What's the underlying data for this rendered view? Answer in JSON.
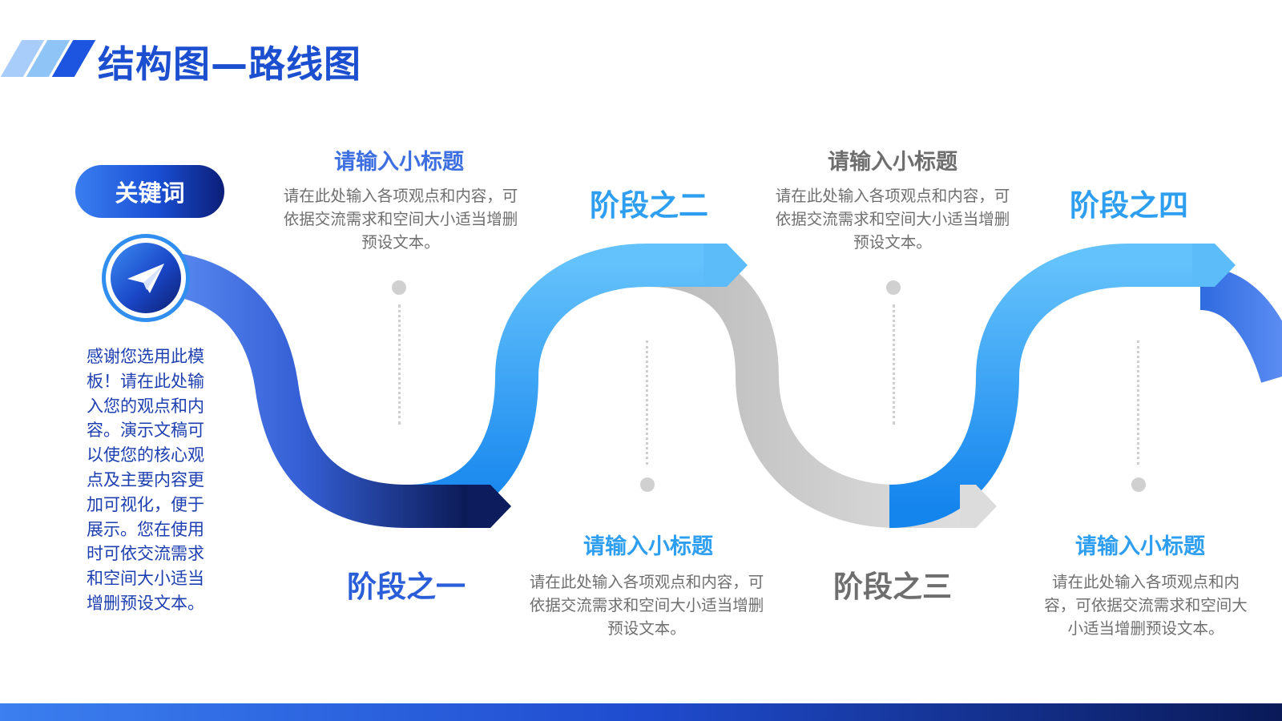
{
  "header": {
    "title": "结构图—路线图"
  },
  "keyword": {
    "label": "关键词",
    "icon": "paper-plane-icon"
  },
  "intro": {
    "text": "感谢您选用此模板！请在此处输入您的观点和内容。演示文稿可以使您的核心观点及主要内容更加可视化，便于展示。您在使用时可依交流需求和空间大小适当增删预设文本。"
  },
  "stages": [
    {
      "title": "阶段之一",
      "subtitle": "请输入小标题",
      "desc": "请在此处输入各项观点和内容，可依据交流需求和空间大小适当增删预设文本。"
    },
    {
      "title": "阶段之二",
      "subtitle": "请输入小标题",
      "desc": "请在此处输入各项观点和内容，可依据交流需求和空间大小适当增删预设文本。"
    },
    {
      "title": "阶段之三",
      "subtitle": "请输入小标题",
      "desc": "请在此处输入各项观点和内容，可依据交流需求和空间大小适当增删预设文本。"
    },
    {
      "title": "阶段之四",
      "subtitle": "请输入小标题",
      "desc": "请在此处输入各项观点和内容，可依据交流需求和空间大小适当增删预设文本。"
    }
  ],
  "colors": {
    "primary_blue": "#1c4fd0",
    "light_blue": "#2e9df2",
    "dark_navy": "#0a1a58",
    "gray_stage": "#6e6e6e",
    "body_text": "#6f6f6f"
  }
}
